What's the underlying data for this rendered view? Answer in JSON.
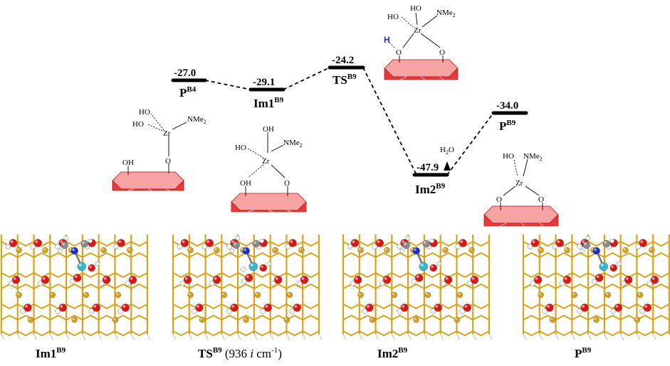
{
  "energy_levels": [
    {
      "id": "PB4",
      "energy": "-27.0",
      "label": "P",
      "sup": "B4"
    },
    {
      "id": "Im1B9",
      "energy": "-29.1",
      "label": "Im1",
      "sup": "B9"
    },
    {
      "id": "TSB9",
      "energy": "-24.2",
      "label": "TS",
      "sup": "B9"
    },
    {
      "id": "Im2B9",
      "energy": "-47.9",
      "label": "Im2",
      "sup": "B9"
    },
    {
      "id": "PB9",
      "energy": "-34.0",
      "label": "P",
      "sup": "B9"
    }
  ],
  "fragments": {
    "ho": "HO",
    "oh": "OH",
    "o": "O",
    "zr": "Zr",
    "nme2": "NMe",
    "nme2_sub": "2",
    "h": "H",
    "h2o": "H",
    "h2o_sub": "2",
    "h2o_tail": "O"
  },
  "bottom_labels": [
    {
      "label": "Im1",
      "sup": "B9",
      "extra": ""
    },
    {
      "label": "TS",
      "sup": "B9",
      "extra": " (936 ",
      "italic": "i",
      "extra2": " cm",
      "sup2": "-1",
      "extra3": ")"
    },
    {
      "label": "Im2",
      "sup": "B9",
      "extra": ""
    },
    {
      "label": "P",
      "sup": "B9",
      "extra": ""
    }
  ],
  "colors": {
    "slab_face": "#e83a3a",
    "slab_light": "#f7a3a3",
    "slab_edge": "#b01818",
    "si": "#d9a21b",
    "o": "#d81818",
    "h": "#f2f2f2",
    "zr": "#35b8c8",
    "n": "#1f2fcf",
    "c": "#8a8a8a",
    "h_highlight": "#1f2fcf"
  }
}
